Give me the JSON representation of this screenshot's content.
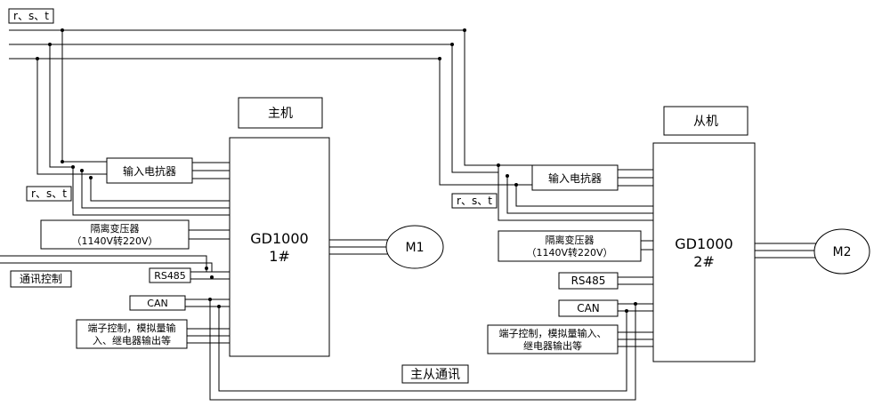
{
  "supply": {
    "label": "r、s、t"
  },
  "master": {
    "title": "主机",
    "drive_name": "GD1000",
    "drive_id": "1#",
    "supply_label": "r、s、t",
    "reactor": "输入电抗器",
    "transformer_line1": "隔离变压器",
    "transformer_line2": "（1140V转220V）",
    "rs485": "RS485",
    "can": "CAN",
    "terminal_line1": "端子控制，模拟量输",
    "terminal_line2": "入、继电器输出等",
    "motor": "M1",
    "comm_control": "通讯控制"
  },
  "slave": {
    "title": "从机",
    "drive_name": "GD1000",
    "drive_id": "2#",
    "supply_label": "r、s、t",
    "reactor": "输入电抗器",
    "transformer_line1": "隔离变压器",
    "transformer_line2": "（1140V转220V）",
    "rs485": "RS485",
    "can": "CAN",
    "terminal_line1": "端子控制，模拟量输入、",
    "terminal_line2": "继电器输出等",
    "motor": "M2"
  },
  "link": {
    "label": "主从通讯"
  }
}
